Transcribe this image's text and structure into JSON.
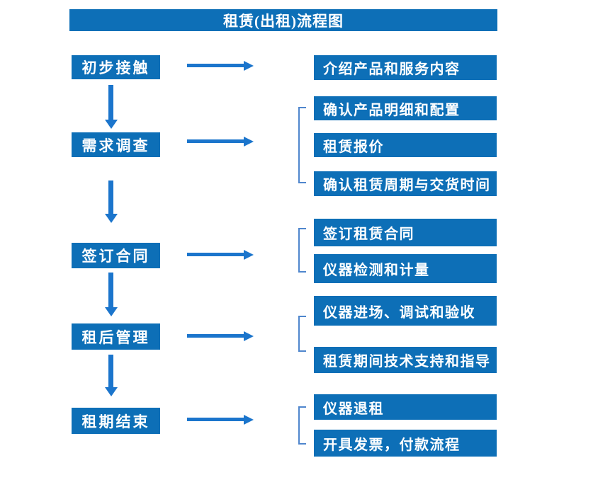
{
  "title": "租赁(出租)流程图",
  "colors": {
    "box_blue": "#0d6fb7",
    "arrow_blue": "#1b75cc",
    "bracket_blue": "#4f86cd",
    "text_white": "#ffffff",
    "background": "#ffffff"
  },
  "steps": [
    {
      "label": "初步接触",
      "details": [
        "介绍产品和服务内容"
      ]
    },
    {
      "label": "需求调查",
      "details": [
        "确认产品明细和配置",
        "租赁报价",
        "确认租赁周期与交货时间"
      ]
    },
    {
      "label": "签订合同",
      "details": [
        "签订租赁合同",
        "仪器检测和计量"
      ]
    },
    {
      "label": "租后管理",
      "details": [
        "仪器进场、调试和验收",
        "租赁期间技术支持和指导"
      ]
    },
    {
      "label": "租期结束",
      "details": [
        "仪器退租",
        "开具发票，付款流程"
      ]
    }
  ]
}
